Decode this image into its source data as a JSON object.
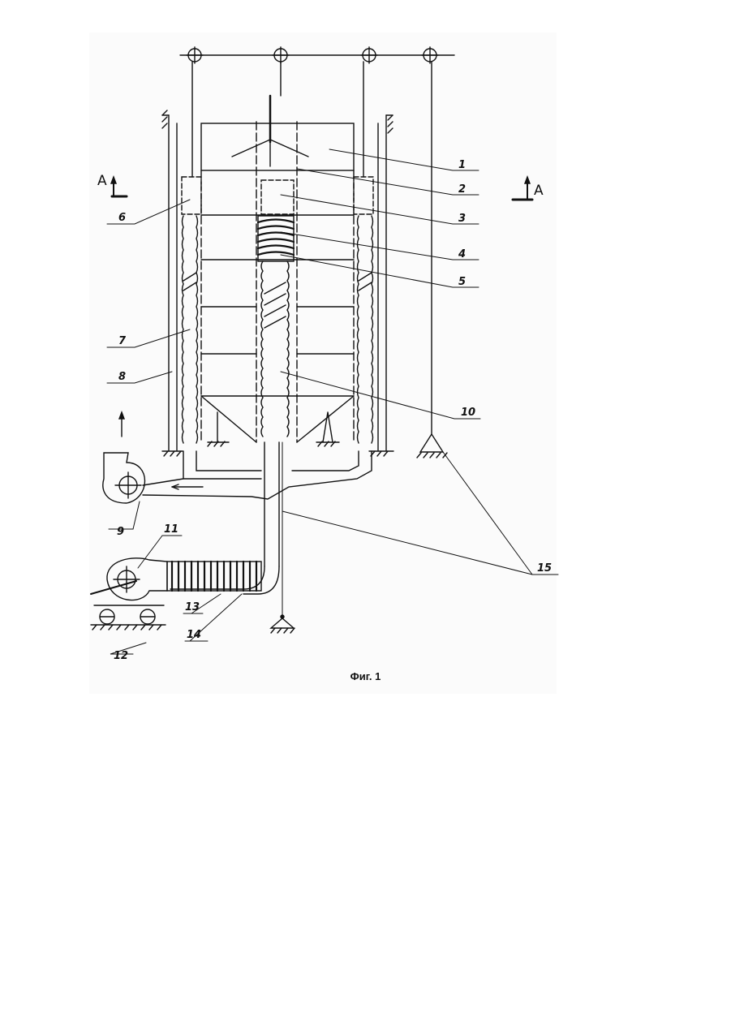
{
  "figure": {
    "caption": "Фиг. 1",
    "section_marks": [
      "А",
      "А"
    ],
    "callouts": [
      "1",
      "2",
      "3",
      "4",
      "5",
      "6",
      "7",
      "8",
      "9",
      "10",
      "11",
      "12",
      "13",
      "14",
      "15"
    ]
  }
}
